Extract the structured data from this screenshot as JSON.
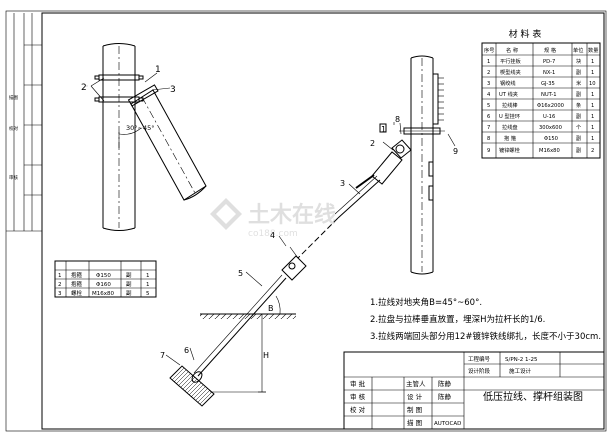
{
  "side_labels": [
    "描图",
    "校对",
    "审核"
  ],
  "callouts_left": [
    "1",
    "2",
    "3"
  ],
  "angle_left": "30°~45°",
  "callouts_right": [
    "1",
    "2",
    "3",
    "4",
    "5",
    "6",
    "7",
    "8",
    "9"
  ],
  "dim_h": "H",
  "dim_b": "B",
  "materials": {
    "title": "材 料 表",
    "headers": [
      "序号",
      "名 称",
      "规 格",
      "单位",
      "数量"
    ],
    "rows": [
      [
        "1",
        "平行挂板",
        "PD-7",
        "块",
        "1"
      ],
      [
        "2",
        "楔型线夹",
        "NX-1",
        "副",
        "1"
      ],
      [
        "3",
        "钢绞线",
        "GJ-35",
        "米",
        "10"
      ],
      [
        "4",
        "UT 线夹",
        "NUT-1",
        "副",
        "1"
      ],
      [
        "5",
        "拉线棒",
        "Φ16x2000",
        "条",
        "1"
      ],
      [
        "6",
        "U 型挂环",
        "U-16",
        "副",
        "1"
      ],
      [
        "7",
        "拉线盘",
        "300x600",
        "个",
        "1"
      ],
      [
        "8",
        "抱 箍",
        "Φ150",
        "副",
        "1"
      ],
      [
        "9",
        "镀锌螺栓",
        "M16x80",
        "副",
        "2"
      ]
    ]
  },
  "small_table": {
    "rows": [
      [
        "1",
        "抱箍",
        "Φ150",
        "副",
        "1"
      ],
      [
        "2",
        "抱箍",
        "Φ160",
        "副",
        "1"
      ],
      [
        "3",
        "螺栓",
        "M16x80",
        "副",
        "5"
      ]
    ]
  },
  "notes": [
    "1.拉线对地夹角B=45°~60°.",
    "2.拉盘与拉棒垂直放置，埋深H为拉杆长的1/6.",
    "3.拉线两端回头部分用12#镀锌铁线绑扎，长度不小于30cm."
  ],
  "title_block": {
    "drawing_name": "低压拉线、撑杆组装图",
    "rows": [
      {
        "label": "审 批",
        "name_label": "",
        "name_value": ""
      },
      {
        "label": "审 核",
        "name_label": "主管人",
        "name_value": "陈静"
      },
      {
        "label": "校 对",
        "name_label": "设 计",
        "name_value": "陈静"
      },
      {
        "label": "",
        "name_label": "制 图",
        "name_value": ""
      },
      {
        "label": "",
        "name_label": "描 图",
        "name_value": "AUTOCAD"
      }
    ],
    "top_rows": [
      {
        "label": "工程编号",
        "value": "S/PN-2 1-25",
        "right_label": ""
      },
      {
        "label": "设计阶段",
        "value": "施工设计",
        "right_label": ""
      }
    ]
  },
  "watermark": {
    "brand": "土木在线",
    "url": "co188.com"
  }
}
